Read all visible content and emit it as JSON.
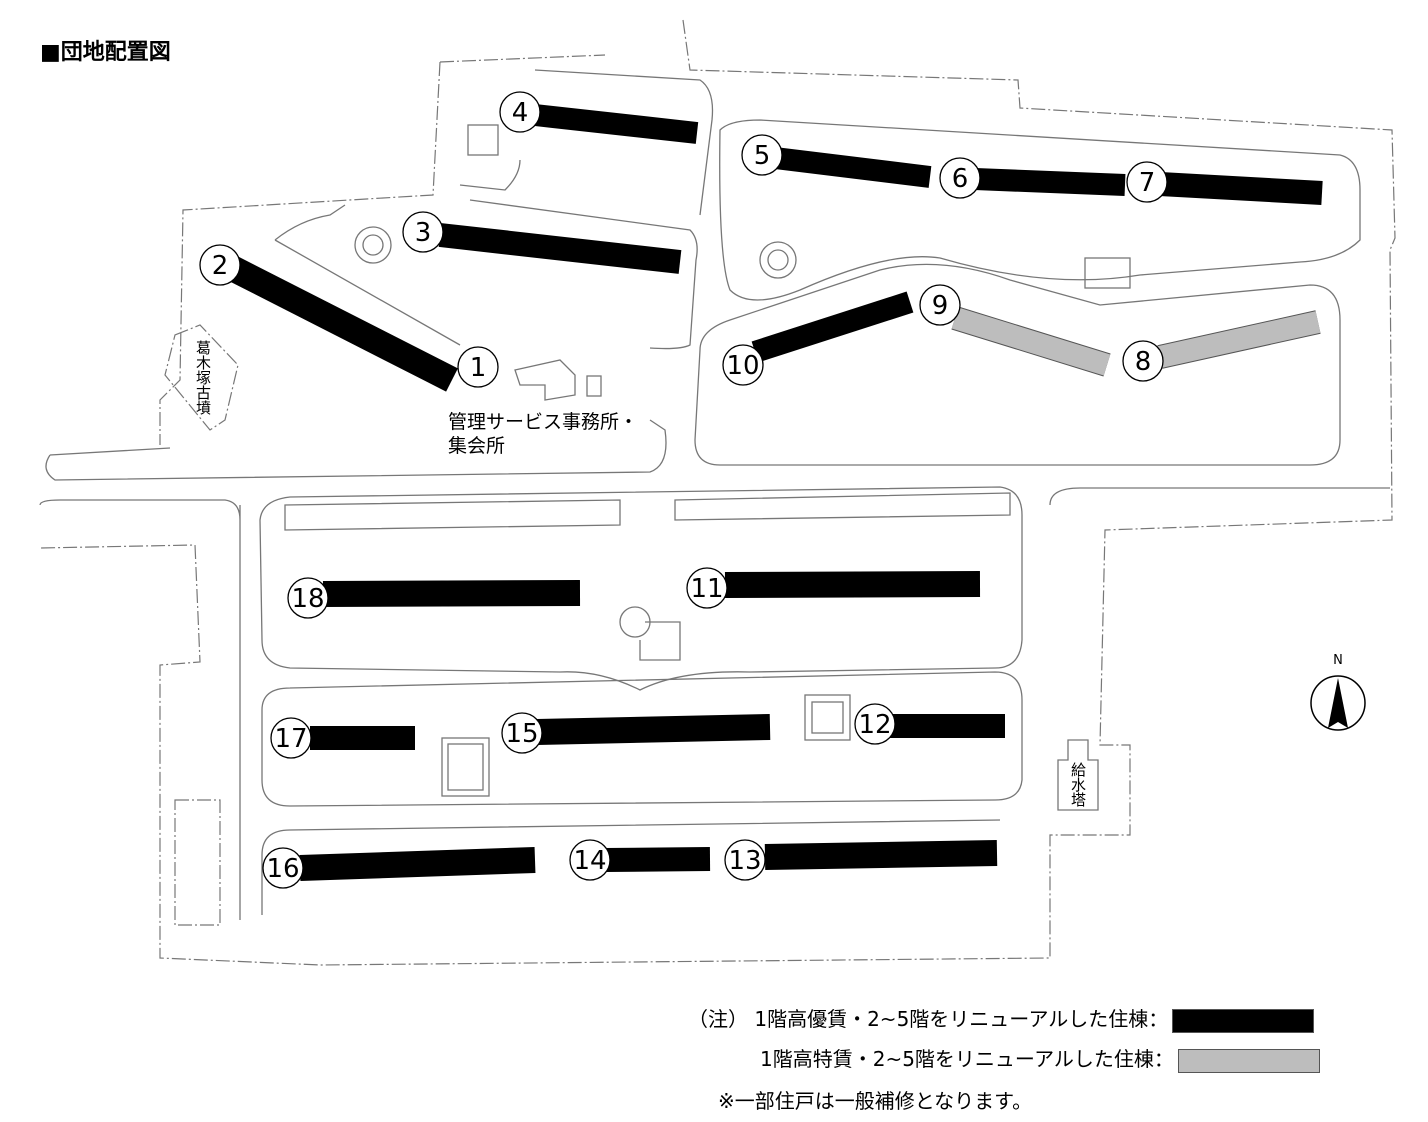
{
  "title": "■団地配置図",
  "colors": {
    "premium": "#000000",
    "special": "#bdbdbd"
  },
  "buildings": [
    {
      "label": "1",
      "type": "none"
    },
    {
      "label": "2",
      "type": "premium"
    },
    {
      "label": "3",
      "type": "premium"
    },
    {
      "label": "4",
      "type": "premium"
    },
    {
      "label": "5",
      "type": "premium"
    },
    {
      "label": "6",
      "type": "premium"
    },
    {
      "label": "7",
      "type": "premium"
    },
    {
      "label": "8",
      "type": "special"
    },
    {
      "label": "9",
      "type": "special"
    },
    {
      "label": "10",
      "type": "premium"
    },
    {
      "label": "11",
      "type": "premium"
    },
    {
      "label": "12",
      "type": "premium"
    },
    {
      "label": "13",
      "type": "premium"
    },
    {
      "label": "14",
      "type": "premium"
    },
    {
      "label": "15",
      "type": "premium"
    },
    {
      "label": "16",
      "type": "premium"
    },
    {
      "label": "17",
      "type": "premium"
    },
    {
      "label": "18",
      "type": "premium"
    }
  ],
  "facilities": {
    "office_line1": "管理サービス事務所・",
    "office_line2": "集会所",
    "tomb": "葛木塚古墳",
    "water_tower": "給水塔"
  },
  "compass": {
    "label": "N"
  },
  "legend": {
    "note_prefix": "（注）",
    "premium": "1階高優賃・2~5階をリニューアルした住棟：",
    "special": "1階高特賃・2~5階をリニューアルした住棟：",
    "footnote": "※一部住戸は一般補修となります。"
  }
}
